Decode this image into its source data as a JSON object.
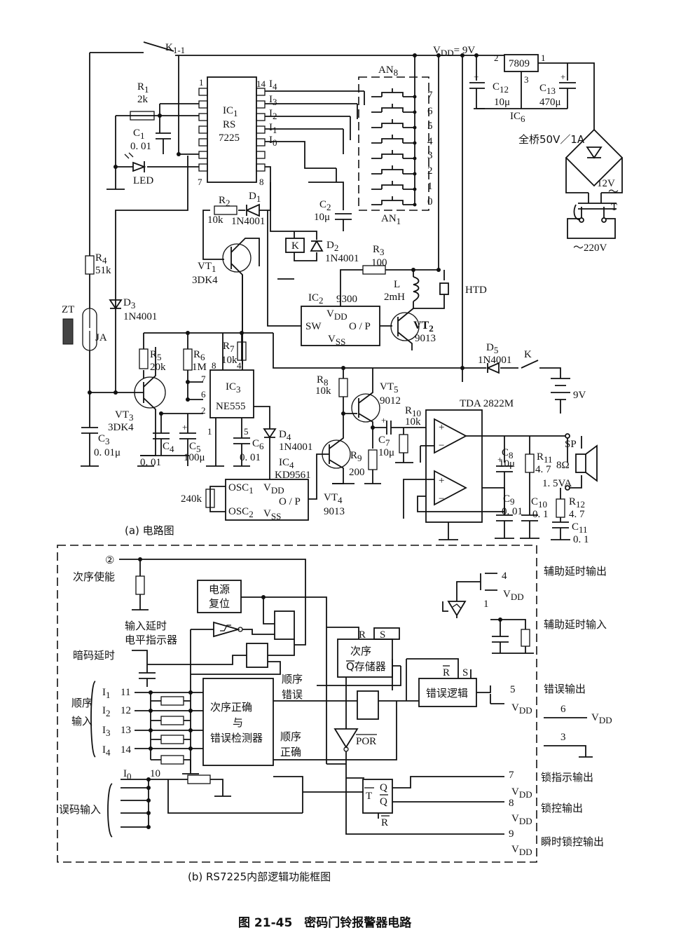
{
  "figure_caption": "图 21-45　密码门铃报警器电路",
  "panel_a": {
    "caption": "(a) 电路图",
    "supply": "V",
    "supply_sub": "DD",
    "supply_value": "= 9V",
    "switch_k11": "K",
    "switch_k11_sub": "1-1",
    "ic1": {
      "name": "IC",
      "sub": "1",
      "line2": "RS",
      "line3": "7225",
      "pins": {
        "p1": "1",
        "p7": "7",
        "p8": "8",
        "p14": "14"
      }
    },
    "inputs": {
      "i4": "I",
      "i4s": "4",
      "i3": "I",
      "i3s": "3",
      "i2": "I",
      "i2s": "2",
      "i1": "I",
      "i1s": "1",
      "i0": "I",
      "i0s": "0"
    },
    "keypad": {
      "an8": "AN",
      "an8s": "8",
      "an1": "AN",
      "an1s": "1",
      "digits": [
        "7",
        "6",
        "5",
        "4",
        "3",
        "2",
        "1",
        "0"
      ]
    },
    "r1": {
      "name": "R",
      "sub": "1",
      "value": "2k"
    },
    "c1": {
      "name": "C",
      "sub": "1",
      "value": "0. 01"
    },
    "led": "LED",
    "r2": {
      "name": "R",
      "sub": "2",
      "value": "10k"
    },
    "d1": {
      "name": "D",
      "sub": "1",
      "value": "1N4001"
    },
    "c2": {
      "name": "C",
      "sub": "2",
      "value": "10μ"
    },
    "relay_k": "K",
    "d2": {
      "name": "D",
      "sub": "2",
      "value": "1N4001"
    },
    "vt1": {
      "name": "VT",
      "sub": "1",
      "value": "3DK4"
    },
    "r3": {
      "name": "R",
      "sub": "3",
      "value": "100"
    },
    "inductor": {
      "name": "L",
      "value": "2mH"
    },
    "htd": "HTD",
    "ic2": {
      "name": "IC",
      "sub": "2",
      "value": "9300",
      "vdd": "V",
      "vdds": "DD",
      "sw": "SW",
      "op": "O / P",
      "vss": "V",
      "vsss": "SS"
    },
    "vt2": {
      "name": "VT",
      "sub": "2",
      "value": "9013"
    },
    "r4": {
      "name": "R",
      "sub": "4",
      "value": "51k"
    },
    "d3": {
      "name": "D",
      "sub": "3",
      "value": "1N4001"
    },
    "zt": "ZT",
    "ja": "JA",
    "vt3": {
      "name": "VT",
      "sub": "3",
      "value": "3DK4"
    },
    "c3": {
      "name": "C",
      "sub": "3",
      "value": "0. 01μ"
    },
    "r5": {
      "name": "R",
      "sub": "5",
      "value": "20k"
    },
    "r6": {
      "name": "R",
      "sub": "6",
      "value": "1M"
    },
    "r7": {
      "name": "R",
      "sub": "7",
      "value": "10k"
    },
    "ic3": {
      "name": "IC",
      "sub": "3",
      "value": "NE555",
      "pins": {
        "p8": "8",
        "p4": "4",
        "p7": "7",
        "p6": "6",
        "p2": "2",
        "p1": "1",
        "p5": "5"
      }
    },
    "c4": {
      "name": "C",
      "sub": "4",
      "value": "0. 01"
    },
    "c5": {
      "name": "C",
      "sub": "5",
      "value": "100μ"
    },
    "c6": {
      "name": "C",
      "sub": "6",
      "value": "0. 01"
    },
    "d4": {
      "name": "D",
      "sub": "4",
      "value": "1N4001"
    },
    "ic4": {
      "name": "IC",
      "sub": "4",
      "value": "KD9561",
      "osc1": "OSC",
      "osc1s": "1",
      "osc2": "OSC",
      "osc2s": "2",
      "vdd": "V",
      "vdds": "DD",
      "op": "O / P",
      "vss": "V",
      "vsss": "SS"
    },
    "r240": "240k",
    "r8": {
      "name": "R",
      "sub": "8",
      "value": "10k"
    },
    "vt5": {
      "name": "VT",
      "sub": "5",
      "value": "9012"
    },
    "vt4": {
      "name": "VT",
      "sub": "4",
      "value": "9013"
    },
    "r9": {
      "name": "R",
      "sub": "9",
      "value": "200"
    },
    "r10": {
      "name": "R",
      "sub": "10",
      "value": "10k"
    },
    "c7": {
      "name": "C",
      "sub": "7",
      "value": "10μ"
    },
    "tda": "TDA  2822M",
    "d5": {
      "name": "D",
      "sub": "5",
      "value": "1N4001"
    },
    "switch_k": "K",
    "battery": "9V",
    "c8": {
      "name": "C",
      "sub": "8",
      "value": "10μ"
    },
    "r11": {
      "name": "R",
      "sub": "11",
      "value": "4. 7"
    },
    "sp": {
      "name": "SP",
      "value": "8Ω",
      "power": "1. 5VA"
    },
    "c9": {
      "name": "C",
      "sub": "9",
      "value": "0. 01"
    },
    "c10": {
      "name": "C",
      "sub": "10",
      "value": "0. 1"
    },
    "r12": {
      "name": "R",
      "sub": "12",
      "value": "4. 7"
    },
    "c11": {
      "name": "C",
      "sub": "11",
      "value": "0. 1"
    },
    "ic6": {
      "name": "IC",
      "sub": "6",
      "value": "7809",
      "pin1": "1",
      "pin2": "2",
      "pin3": "3"
    },
    "c12": {
      "name": "C",
      "sub": "12",
      "value": "10μ"
    },
    "c13": {
      "name": "C",
      "sub": "13",
      "value": "470μ"
    },
    "bridge": "全桥50V／1A",
    "ac12": "12V",
    "ac12b": "～",
    "transformer": "T",
    "mains": "～220V"
  },
  "panel_b": {
    "caption": "(b)  RS7225内部逻辑功能框图",
    "pin2": "②",
    "seq_enable": "次序使能",
    "power_reset_1": "电源",
    "power_reset_2": "复位",
    "input_delay_1": "输入延时",
    "input_delay_2": "电平指示器",
    "code_delay": "暗码延时",
    "seq_input_1": "顺序",
    "seq_input_2": "输入",
    "i1": "I",
    "i1s": "1",
    "p11": "11",
    "i2": "I",
    "i2s": "2",
    "p12": "12",
    "i3": "I",
    "i3s": "3",
    "p13": "13",
    "i4": "I",
    "i4s": "4",
    "p14": "14",
    "detector_1": "次序正确",
    "detector_2": "与",
    "detector_3": "错误检测器",
    "seq_error_1": "顺序",
    "seq_error_2": "错误",
    "seq_ok_1": "顺序",
    "seq_ok_2": "正确",
    "mem_r": "R",
    "mem_s": "S",
    "mem_1": "次序",
    "mem_2": "Q存储器",
    "por": "POR",
    "err_r": "R",
    "err_s": "S",
    "err_logic": "错误逻辑",
    "err_out": "错误输出",
    "p5": "5",
    "p6": "6",
    "p3": "3",
    "vdd6": "V",
    "vdd6s": "DD",
    "aux_out": "辅助延时输出",
    "aux_in": "辅助延时输入",
    "p4": "4",
    "p1": "1",
    "vdd": "V",
    "vdds": "DD",
    "i0": "I",
    "i0s": "0",
    "p10": "10",
    "wrong_input": "误码输入",
    "ff_t": "T",
    "ff_q": "Q",
    "ff_qb": "Q",
    "ff_r": "R",
    "p7": "7",
    "p8": "8",
    "p9": "9",
    "lock_ind": "锁指示输出",
    "lock_ctl": "锁控输出",
    "lock_inst": "瞬时锁控输出"
  }
}
